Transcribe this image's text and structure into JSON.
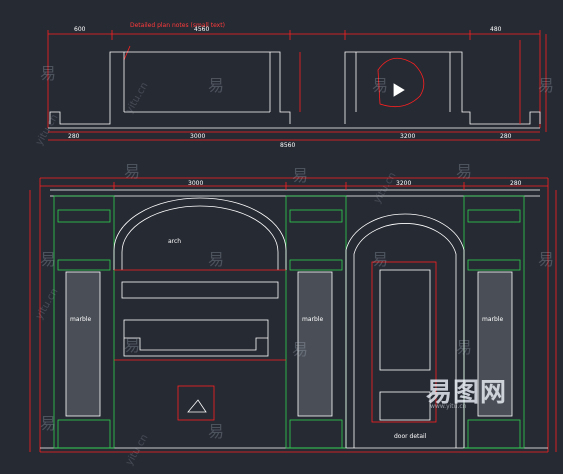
{
  "colors": {
    "background": "#262a33",
    "outline": "#ffffff",
    "dimension": "#ff2020",
    "column": "#2fd14f",
    "marble": "#bfc5cc",
    "accent": "#3a86ff"
  },
  "plan_view": {
    "note_text": "Detailed plan notes (small text)",
    "dims_top": [
      "600",
      "4560",
      "480"
    ],
    "dims_bottom": [
      "280",
      "3000",
      "3200",
      "280"
    ],
    "total_dim": "8560"
  },
  "elevation": {
    "label_arch": "arch",
    "label_panel_left": "marble",
    "label_panel_mid": "marble",
    "label_panel_right": "marble",
    "dim_left": "3000",
    "dim_mid": "3200",
    "dim_right": "280",
    "door_caption": "door detail"
  },
  "watermark": {
    "char": "易",
    "side_text": "yitu.cn",
    "brand": "易图网",
    "brand_tag": "www.yitu.cn"
  }
}
